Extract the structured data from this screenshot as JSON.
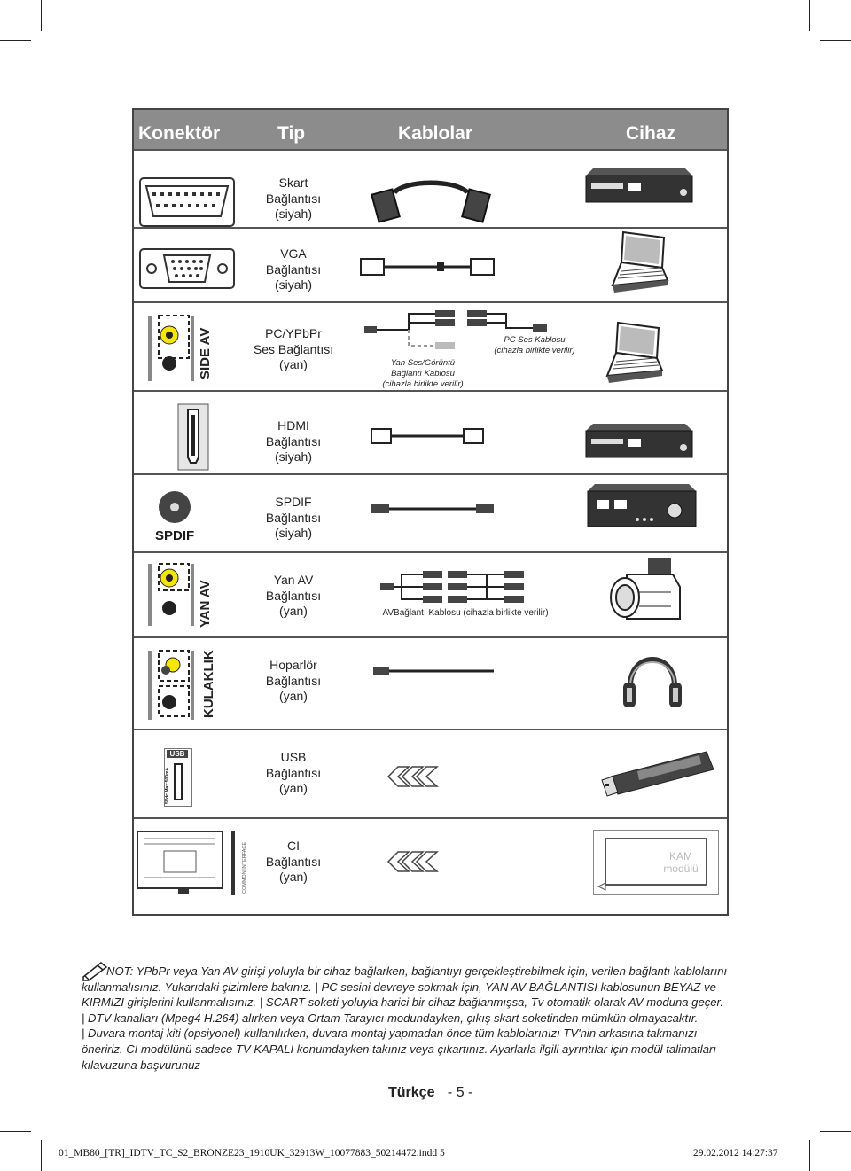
{
  "header": {
    "connector": "Konektör",
    "type": "Tip",
    "cables": "Kablolar",
    "device": "Cihaz"
  },
  "rows": [
    {
      "type": [
        "Skart",
        "Bağlantısı",
        "(siyah)"
      ]
    },
    {
      "type": [
        "VGA",
        "Bağlantısı",
        "(siyah)"
      ]
    },
    {
      "type": [
        "PC/YPbPr",
        "Ses Bağlantısı",
        "(yan)"
      ],
      "side_label": "SIDE AV",
      "cable_left": [
        "Yan Ses/Görüntü",
        "Bağlantı Kablosu",
        "(cihazla birlikte verilir)"
      ],
      "cable_right": [
        "PC Ses Kablosu",
        "(cihazla birlikte verilir)"
      ]
    },
    {
      "type": [
        "HDMI",
        "Bağlantısı",
        "(siyah)"
      ]
    },
    {
      "type": [
        "SPDIF",
        "Bağlantısı",
        "(siyah)"
      ],
      "side_label": "SPDIF"
    },
    {
      "type": [
        "Yan AV",
        "Bağlantısı",
        "(yan)"
      ],
      "side_label": "YAN AV",
      "cable_label": "AVBağlantı Kablosu (cihazla birlikte verilir)"
    },
    {
      "type": [
        "Hoparlör",
        "Bağlantısı",
        "(yan)"
      ],
      "side_label": "KULAKLIK"
    },
    {
      "type": [
        "USB",
        "Bağlantısı",
        "(yan)"
      ],
      "port_label": "USB",
      "port_sub": "5Vdc Max:500mA"
    },
    {
      "type": [
        "CI",
        "Bağlantısı",
        "(yan)"
      ],
      "port_label": "COMMON INTERFACE",
      "device_label": [
        "KAM",
        "modülü"
      ]
    }
  ],
  "note": {
    "lines": [
      "NOT: YPbPr veya Yan AV girişi yoluyla bir cihaz bağlarken, bağlantıyı gerçekleştirebilmek için, verilen bağlantı kablolarını",
      "kullanmalısınız. Yukarıdaki çizimlere bakınız. | PC sesini devreye sokmak için, YAN AV BAĞLANTISI kablosunun BEYAZ ve",
      "KIRMIZI girişlerini kullanmalısınız. | SCART soketi yoluyla harici bir cihaz bağlanmışsa, Tv otomatik olarak AV moduna geçer.",
      "| DTV kanalları (Mpeg4 H.264) alırken veya Ortam Tarayıcı modundayken, çıkış skart soketinden mümkün olmayacaktır.",
      "| Duvara montaj kiti (opsiyonel) kullanılırken, duvara montaj yapmadan önce tüm kablolarınızı TV'nin arkasına takmanızı",
      "öneririz. CI modülünü sadece TV KAPALI konumdayken takınız veya çıkartınız. Ayarlarla ilgili ayrıntılar için modül talimatları",
      "kılavuzuna başvurunuz"
    ]
  },
  "footer": {
    "language": "Türkçe",
    "page": "- 5 -"
  },
  "slug": {
    "file": "01_MB80_[TR]_IDTV_TC_S2_BRONZE23_1910UK_32913W_10077883_50214472.indd   5",
    "date": "29.02.2012   14:27:37"
  }
}
